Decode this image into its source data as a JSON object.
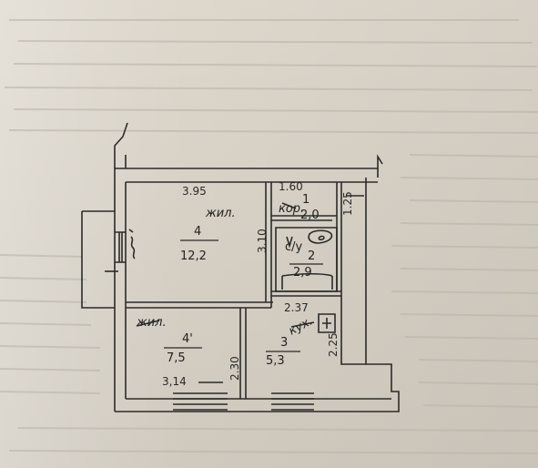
{
  "plan": {
    "rooms": [
      {
        "label": "жил.",
        "number": "4",
        "area": "12,2"
      },
      {
        "label": "кор.",
        "number": "1",
        "area": "2,0"
      },
      {
        "label": "",
        "number": "2",
        "area": "2,9"
      },
      {
        "label": "жил.",
        "number": "4'",
        "area": "7,5"
      },
      {
        "label": "кух.",
        "number": "3",
        "area": "5,3"
      }
    ],
    "dimensions": {
      "d395": "3.95",
      "d160": "1.60",
      "d125": "1.25",
      "d310": "3.10",
      "d237": "2.37",
      "d225": "2.25",
      "d230": "2.30",
      "d314": "3,14"
    },
    "bath_marks": "с/у"
  },
  "colors": {
    "paper": "#d8d2c7",
    "ink": "#2a2a2a",
    "faded_text": "#b7b0a5"
  }
}
